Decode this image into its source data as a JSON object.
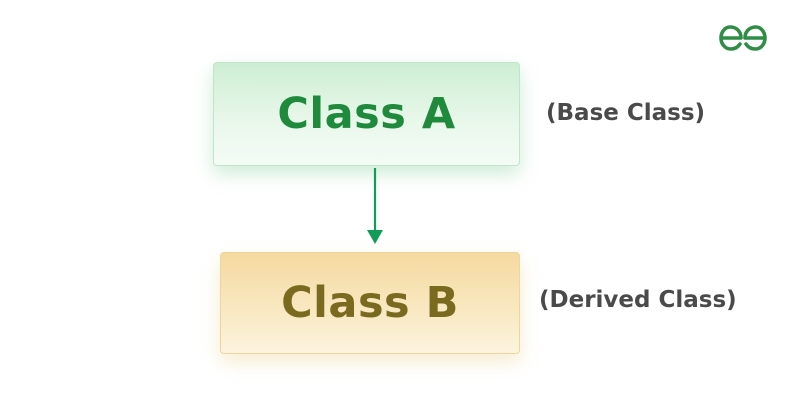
{
  "brand": {
    "logo_icon": "geeksforgeeks-logo-icon",
    "color": "#2f8d46"
  },
  "diagram": {
    "parent": {
      "title": "Class A",
      "role": "(Base Class)"
    },
    "child": {
      "title": "Class B",
      "role": "(Derived Class)"
    },
    "connector": {
      "icon": "arrow-down-icon",
      "color": "#0f9d58"
    },
    "colors": {
      "parent_text": "#1f8a3c",
      "child_text": "#7a6a1f",
      "side_text": "#4a4a4a"
    }
  }
}
